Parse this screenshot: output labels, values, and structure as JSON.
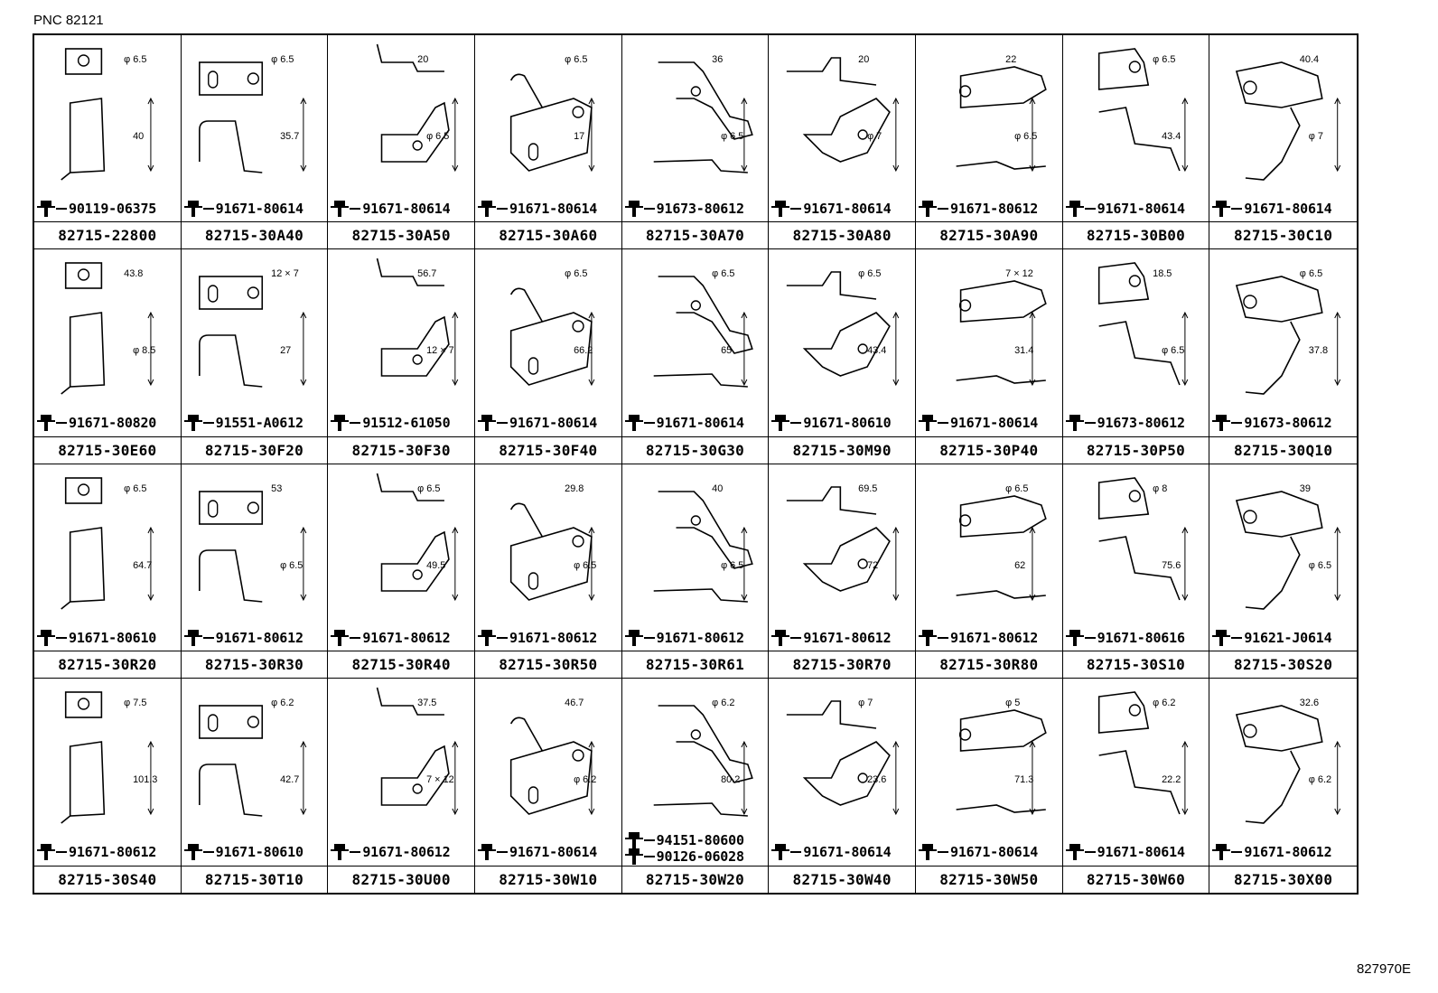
{
  "header": {
    "pnc": "PNC 82121"
  },
  "footer": {
    "drawing_id": "827970E"
  },
  "cells": [
    {
      "part": "82715-22800",
      "bolts": [
        "90119-06375"
      ],
      "dims": [
        "φ 6.5",
        "40"
      ]
    },
    {
      "part": "82715-30A40",
      "bolts": [
        "91671-80614"
      ],
      "dims": [
        "φ 6.5",
        "35.7"
      ]
    },
    {
      "part": "82715-30A50",
      "bolts": [
        "91671-80614"
      ],
      "dims": [
        "20",
        "φ 6.5"
      ]
    },
    {
      "part": "82715-30A60",
      "bolts": [
        "91671-80614"
      ],
      "dims": [
        "φ 6.5",
        "17"
      ]
    },
    {
      "part": "82715-30A70",
      "bolts": [
        "91673-80612"
      ],
      "dims": [
        "36",
        "φ 6.5"
      ]
    },
    {
      "part": "82715-30A80",
      "bolts": [
        "91671-80614"
      ],
      "dims": [
        "20",
        "φ 7"
      ]
    },
    {
      "part": "82715-30A90",
      "bolts": [
        "91671-80612"
      ],
      "dims": [
        "22",
        "φ 6.5"
      ]
    },
    {
      "part": "82715-30B00",
      "bolts": [
        "91671-80614"
      ],
      "dims": [
        "φ 6.5",
        "43.4"
      ]
    },
    {
      "part": "82715-30C10",
      "bolts": [
        "91671-80614"
      ],
      "dims": [
        "40.4",
        "φ 7"
      ]
    },
    {
      "part": "82715-30E60",
      "bolts": [
        "91671-80820"
      ],
      "dims": [
        "43.8",
        "φ 8.5"
      ]
    },
    {
      "part": "82715-30F20",
      "bolts": [
        "91551-A0612"
      ],
      "dims": [
        "12 × 7",
        "27"
      ]
    },
    {
      "part": "82715-30F30",
      "bolts": [
        "91512-61050"
      ],
      "dims": [
        "56.7",
        "12 × 7"
      ]
    },
    {
      "part": "82715-30F40",
      "bolts": [
        "91671-80614"
      ],
      "dims": [
        "φ 6.5",
        "66.2"
      ]
    },
    {
      "part": "82715-30G30",
      "bolts": [
        "91671-80614"
      ],
      "dims": [
        "φ 6.5",
        "65"
      ]
    },
    {
      "part": "82715-30M90",
      "bolts": [
        "91671-80610"
      ],
      "dims": [
        "φ 6.5",
        "43.4"
      ]
    },
    {
      "part": "82715-30P40",
      "bolts": [
        "91671-80614"
      ],
      "dims": [
        "7 × 12",
        "31.4"
      ]
    },
    {
      "part": "82715-30P50",
      "bolts": [
        "91673-80612"
      ],
      "dims": [
        "18.5",
        "φ 6.5"
      ]
    },
    {
      "part": "82715-30Q10",
      "bolts": [
        "91673-80612"
      ],
      "dims": [
        "φ 6.5",
        "37.8"
      ]
    },
    {
      "part": "82715-30R20",
      "bolts": [
        "91671-80610"
      ],
      "dims": [
        "φ 6.5",
        "64.7"
      ]
    },
    {
      "part": "82715-30R30",
      "bolts": [
        "91671-80612"
      ],
      "dims": [
        "53",
        "φ 6.5"
      ]
    },
    {
      "part": "82715-30R40",
      "bolts": [
        "91671-80612"
      ],
      "dims": [
        "φ 6.5",
        "49.5"
      ]
    },
    {
      "part": "82715-30R50",
      "bolts": [
        "91671-80612"
      ],
      "dims": [
        "29.8",
        "φ 6.5"
      ]
    },
    {
      "part": "82715-30R61",
      "bolts": [
        "91671-80612"
      ],
      "dims": [
        "40",
        "φ 6.5"
      ]
    },
    {
      "part": "82715-30R70",
      "bolts": [
        "91671-80612"
      ],
      "dims": [
        "69.5",
        "72"
      ]
    },
    {
      "part": "82715-30R80",
      "bolts": [
        "91671-80612"
      ],
      "dims": [
        "φ 6.5",
        "62"
      ]
    },
    {
      "part": "82715-30S10",
      "bolts": [
        "91671-80616"
      ],
      "dims": [
        "φ 8",
        "75.6"
      ]
    },
    {
      "part": "82715-30S20",
      "bolts": [
        "91621-J0614"
      ],
      "dims": [
        "39",
        "φ 6.5"
      ]
    },
    {
      "part": "82715-30S40",
      "bolts": [
        "91671-80612"
      ],
      "dims": [
        "φ 7.5",
        "101.3"
      ]
    },
    {
      "part": "82715-30T10",
      "bolts": [
        "91671-80610"
      ],
      "dims": [
        "φ 6.2",
        "42.7"
      ]
    },
    {
      "part": "82715-30U00",
      "bolts": [
        "91671-80612"
      ],
      "dims": [
        "37.5",
        "7 × 12"
      ]
    },
    {
      "part": "82715-30W10",
      "bolts": [
        "91671-80614"
      ],
      "dims": [
        "46.7",
        "φ 6.2"
      ]
    },
    {
      "part": "82715-30W20",
      "bolts": [
        "94151-80600",
        "90126-06028"
      ],
      "dims": [
        "φ 6.2",
        "80.2"
      ]
    },
    {
      "part": "82715-30W40",
      "bolts": [
        "91671-80614"
      ],
      "dims": [
        "φ 7",
        "23.6"
      ]
    },
    {
      "part": "82715-30W50",
      "bolts": [
        "91671-80614"
      ],
      "dims": [
        "φ 5",
        "71.3"
      ]
    },
    {
      "part": "82715-30W60",
      "bolts": [
        "91671-80614"
      ],
      "dims": [
        "φ 6.2",
        "22.2"
      ]
    },
    {
      "part": "82715-30X00",
      "bolts": [
        "91671-80612"
      ],
      "dims": [
        "32.6",
        "φ 6.2"
      ]
    }
  ]
}
